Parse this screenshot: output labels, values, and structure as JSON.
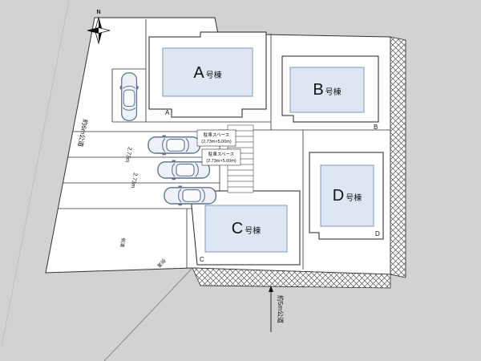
{
  "colors": {
    "background": "#d2d2d2",
    "site": "#ffffff",
    "building_fill": "#dde6f1",
    "building_stroke": "#8299bb",
    "line": "#333333"
  },
  "compass": {
    "north_label": "N"
  },
  "roads": {
    "left_label": "約6m公道",
    "bottom_label": "約5m公道"
  },
  "buildings": [
    {
      "letter": "A",
      "suffix": "号棟",
      "corner": "A"
    },
    {
      "letter": "B",
      "suffix": "号棟",
      "corner": "B"
    },
    {
      "letter": "C",
      "suffix": "号棟",
      "corner": "C"
    },
    {
      "letter": "D",
      "suffix": "号棟",
      "corner": "D"
    }
  ],
  "parking": {
    "width_labels": [
      "2.73m",
      "2.73m"
    ],
    "space_notes": [
      {
        "line1": "駐車スペース",
        "line2": "(2.73m×5.00m)"
      },
      {
        "line1": "駐車スペース",
        "line2": "(2.73m×5.00m)"
      }
    ]
  },
  "annotations": {
    "gutter_left": "側溝",
    "gutter_bottom": "側溝"
  }
}
